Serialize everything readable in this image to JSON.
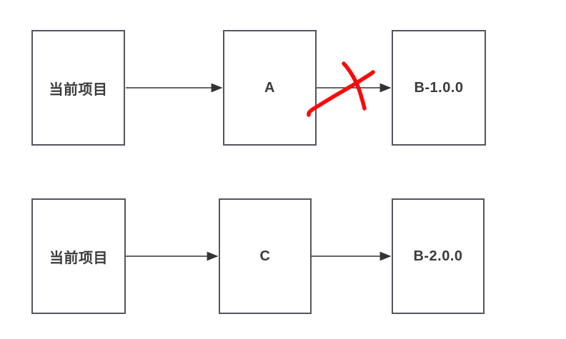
{
  "diagram": {
    "type": "dependency-flow",
    "colors": {
      "node_border": "#54565e",
      "node_text": "#3b3b3d",
      "arrow": "#333333",
      "cross": "#fa0a0a",
      "canvas_bg": "#ffffff"
    },
    "nodes": {
      "r1c1": {
        "label": "当前项目"
      },
      "r1c2": {
        "label": "A"
      },
      "r1c3": {
        "label": "B-1.0.0"
      },
      "r2c1": {
        "label": "当前项目"
      },
      "r2c2": {
        "label": "C"
      },
      "r2c3": {
        "label": "B-2.0.0"
      }
    },
    "edges": [
      {
        "from": "当前项目",
        "to": "A",
        "crossed_out": false
      },
      {
        "from": "A",
        "to": "B-1.0.0",
        "crossed_out": true
      },
      {
        "from": "当前项目",
        "to": "C",
        "crossed_out": false
      },
      {
        "from": "C",
        "to": "B-2.0.0",
        "crossed_out": false
      }
    ],
    "annotations": [
      {
        "type": "hand-drawn-x",
        "color": "#fa0a0a",
        "crosses": "A → B-1.0.0"
      }
    ]
  }
}
